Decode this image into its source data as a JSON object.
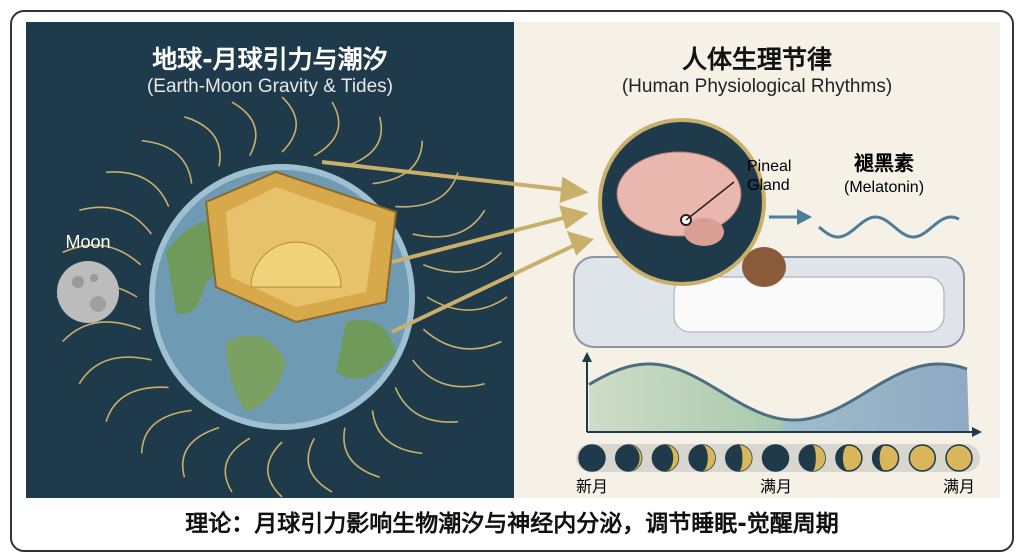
{
  "left_panel": {
    "title": "地球-月球引力与潮汐",
    "subtitle": "(Earth-Moon Gravity & Tides)",
    "moon_label": "Moon"
  },
  "right_panel": {
    "title": "人体生理节律",
    "subtitle": "(Human Physiological Rhythms)",
    "pineal_label_1": "Pineal",
    "pineal_label_2": "Gland",
    "melatonin_cn": "褪黑素",
    "melatonin_en": "(Melatonin)",
    "phase_labels": [
      "新月",
      "满月",
      "满月"
    ]
  },
  "caption": "理论：月球引力影响生物潮汐与神经内分泌，调节睡眠-觉醒周期",
  "colors": {
    "dark_bg": "#1f3a4b",
    "cream_bg": "#f5f1e6",
    "arrow": "#c9b06a",
    "moon_gold": "#d9b65a"
  }
}
